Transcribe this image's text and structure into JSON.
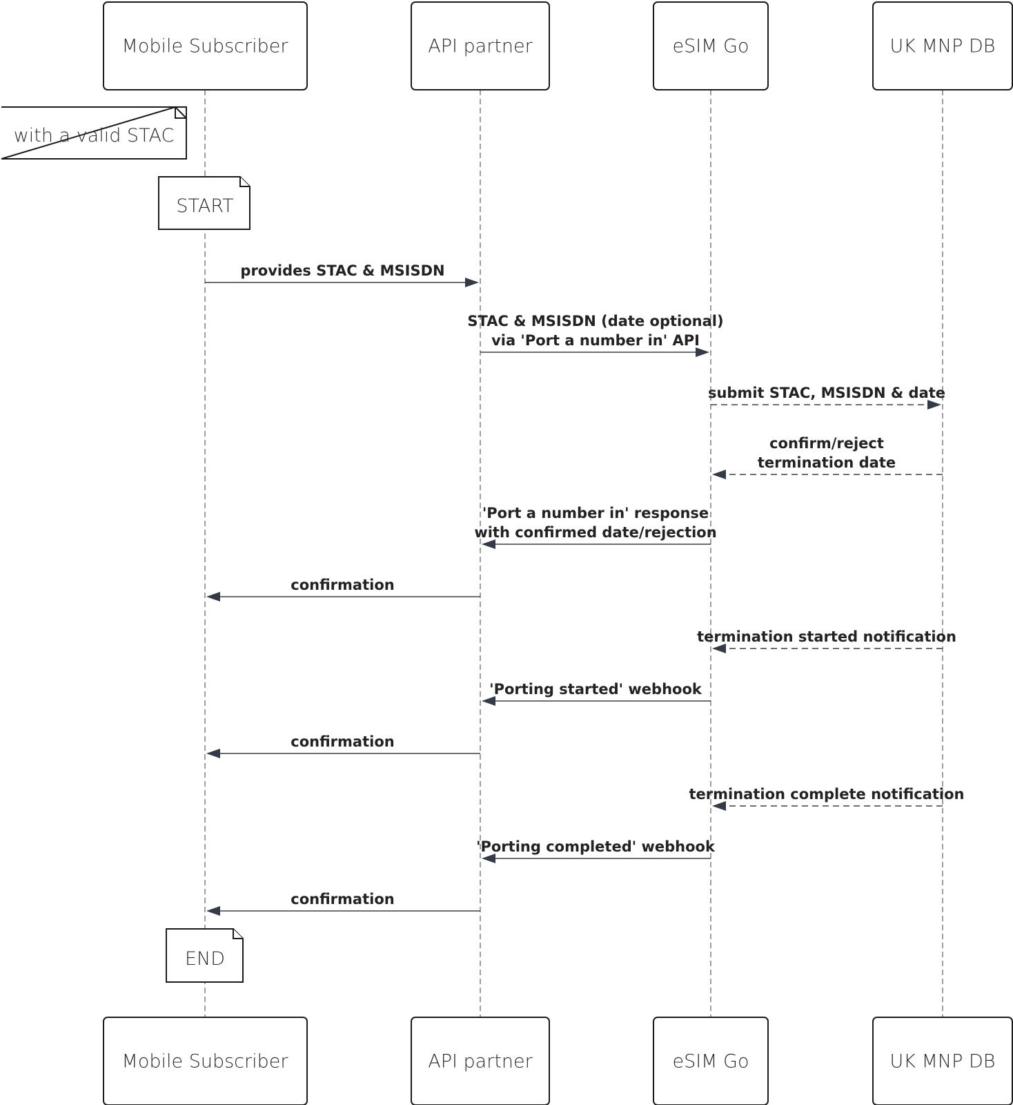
{
  "participants": [
    {
      "id": "subscriber",
      "label": "Mobile Subscriber"
    },
    {
      "id": "partner",
      "label": "API partner"
    },
    {
      "id": "esim",
      "label": "eSIM Go"
    },
    {
      "id": "mnp",
      "label": "UK MNP DB"
    }
  ],
  "notes": {
    "precondition": "with a valid STAC",
    "start": "START",
    "end": "END"
  },
  "messages": [
    {
      "from": "subscriber",
      "to": "partner",
      "style": "solid",
      "lines": [
        "provides STAC & MSISDN"
      ]
    },
    {
      "from": "partner",
      "to": "esim",
      "style": "solid",
      "lines": [
        "STAC & MSISDN (date optional)",
        "via 'Port a number in' API"
      ]
    },
    {
      "from": "esim",
      "to": "mnp",
      "style": "dashed",
      "lines": [
        "submit STAC, MSISDN & date"
      ]
    },
    {
      "from": "mnp",
      "to": "esim",
      "style": "dashed",
      "lines": [
        "confirm/reject",
        "termination date"
      ]
    },
    {
      "from": "esim",
      "to": "partner",
      "style": "solid",
      "lines": [
        "'Port a number in' response",
        "with confirmed date/rejection"
      ]
    },
    {
      "from": "partner",
      "to": "subscriber",
      "style": "solid",
      "lines": [
        "confirmation"
      ]
    },
    {
      "from": "mnp",
      "to": "esim",
      "style": "dashed",
      "lines": [
        "termination started notification"
      ]
    },
    {
      "from": "esim",
      "to": "partner",
      "style": "solid",
      "lines": [
        "'Porting started' webhook"
      ]
    },
    {
      "from": "partner",
      "to": "subscriber",
      "style": "solid",
      "lines": [
        "confirmation"
      ]
    },
    {
      "from": "mnp",
      "to": "esim",
      "style": "dashed",
      "lines": [
        "termination complete notification"
      ]
    },
    {
      "from": "esim",
      "to": "partner",
      "style": "solid",
      "lines": [
        "'Porting completed' webhook"
      ]
    },
    {
      "from": "partner",
      "to": "subscriber",
      "style": "solid",
      "lines": [
        "confirmation"
      ]
    }
  ]
}
